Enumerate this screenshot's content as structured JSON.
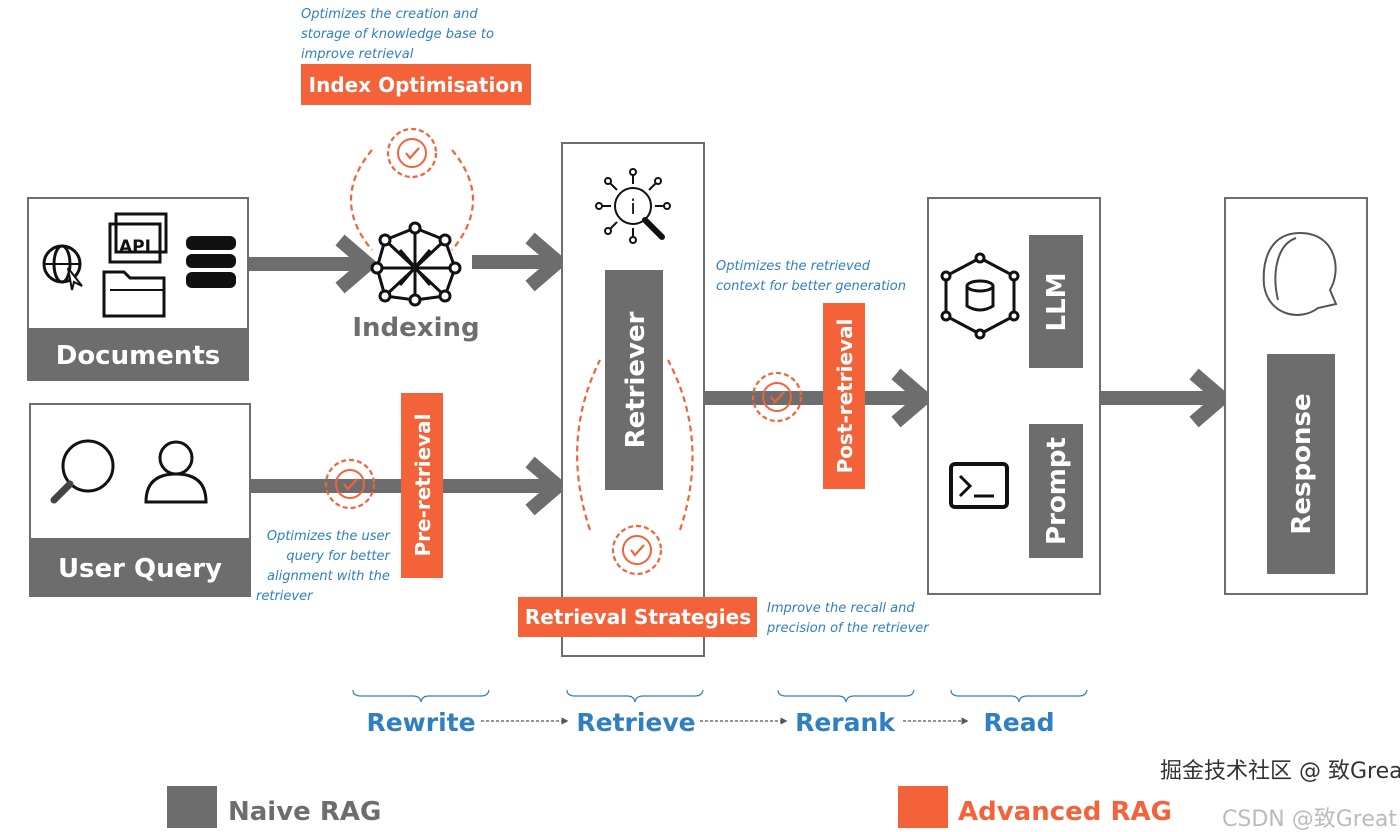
{
  "colors": {
    "naive": "#6d6d6d",
    "advanced": "#f4623a",
    "note": "#2f7fc1"
  },
  "documents": {
    "label": "Documents",
    "icons": [
      "globe-icon",
      "api-icon",
      "database-icon",
      "folder-icon"
    ]
  },
  "user_query": {
    "label": "User Query",
    "icons": [
      "search-icon",
      "user-icon"
    ]
  },
  "indexing": {
    "label": "Indexing"
  },
  "index_optimisation": {
    "label": "Index Optimisation",
    "note": [
      "Optimizes the creation and",
      "storage of knowledge base to",
      "improve retrieval"
    ]
  },
  "pre_retrieval": {
    "label": "Pre-retrieval",
    "note": [
      "Optimizes the user",
      "query for better",
      "alignment with the",
      "retriever"
    ]
  },
  "retriever": {
    "label": "Retriever"
  },
  "retrieval_strategies": {
    "label": "Retrieval Strategies",
    "note": [
      "Improve the recall and",
      "precision of the retriever"
    ]
  },
  "post_retrieval": {
    "label": "Post-retrieval",
    "note": [
      "Optimizes the retrieved",
      "context for better generation"
    ]
  },
  "generator": {
    "llm": "LLM",
    "prompt": "Prompt"
  },
  "response": {
    "label": "Response"
  },
  "steps": [
    "Rewrite",
    "Retrieve",
    "Rerank",
    "Read"
  ],
  "legend": {
    "naive": "Naive RAG",
    "advanced": "Advanced RAG"
  },
  "watermark": {
    "juejin": "掘金技术社区 @ 致Great",
    "csdn": "CSDN @致Great"
  }
}
